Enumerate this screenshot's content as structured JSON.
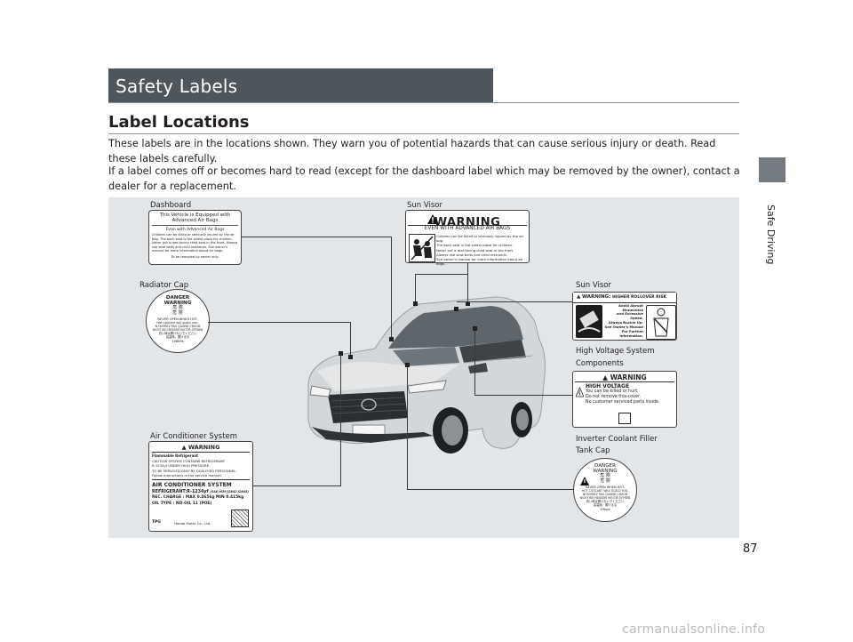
{
  "section_title": "Safety Labels",
  "heading": "Label Locations",
  "paragraphs": [
    "These labels are in the locations shown. They warn you of potential hazards that can cause serious injury or death. Read these labels carefully.",
    "If a label comes off or becomes hard to read (except for the dashboard label which may be removed by the owner), contact a dealer for a replacement."
  ],
  "side_tab": "Safe Driving",
  "page_number": "87",
  "watermark": "carmanualsonline.info",
  "captions": {
    "dashboard": "Dashboard",
    "sun_visor_top": "Sun Visor",
    "radiator_cap": "Radiator Cap",
    "sun_visor_right": "Sun Visor",
    "high_voltage_1": "High Voltage System",
    "high_voltage_2": "Components",
    "air_conditioner": "Air Conditioner System",
    "inverter_1": "Inverter Coolant Filler",
    "inverter_2": "Tank Cap"
  },
  "dashboard_label": {
    "line1": "This Vehicle is Equipped with",
    "line2": "Advanced Air Bags",
    "subhead": "Even with Advanced Air Bags",
    "body": "Children can be killed or seriously injured by the air bag. The back seat is the safest place for children. Never put a rear-facing child seat in the front. Always use seat belts and child restraints. See owner's manual for more information about air bags.",
    "footer": "To be removed by owner only."
  },
  "sun_visor_label": {
    "title": "WARNING",
    "subtitle": "EVEN WITH ADVANCED AIR BAGS",
    "items": [
      "Children can be killed or seriously injured by the air bag.",
      "The back seat is the safest place for children.",
      "Never put a rear-facing child seat in the front.",
      "Always use seat belts and child restraints.",
      "See owner's manual for more information about air bags."
    ]
  },
  "rollover_label": {
    "title": "WARNING:",
    "title2": "HIGHER ROLLOVER RISK",
    "lines": [
      "Avoid Abrupt Maneuvers",
      "and Excessive Speed.",
      "Always Buckle Up.",
      "See Owner's Manual",
      "For Further Information."
    ]
  },
  "radiator_label": {
    "l1": "DANGER",
    "l2": "WARNING",
    "l3": "危  険",
    "l4": "危  険",
    "l5": "NEVER OPEN WHEN HOT.",
    "l6": "Hot coolant will scald you.",
    "l7": "N'OUVREZ PAS QUAND CHAUD",
    "l8": "NICHT BEI HEISSEM MOTOR ÖFFNEN",
    "l9": "熱い時は開けないでください",
    "l10": "高温時、開けるな",
    "l11": "108kPa"
  },
  "high_voltage_label": {
    "title": "WARNING",
    "subtitle": "HIGH VOLTAGE",
    "items": [
      "You can be killed or hurt.",
      "Do not remove this cover.",
      "No customer serviced parts inside."
    ]
  },
  "ac_label": {
    "title": "WARNING",
    "l1": "Flammable Refrigerant",
    "l2": "CAUTION SYSTEM CONTAINS REFRIGERANT",
    "l3": "R-1234yf UNDER HIGH PRESSURE.",
    "l4": "TO BE SERVICED ONLY BY QUALIFIED PERSONNEL.",
    "l5": "Follow instructions in the service manual.",
    "system": "AIR CONDITIONER SYSTEM",
    "refrigerant": "REFRIGERANT:R-1234yf",
    "refrigerant_note": "(SAE J639 J2842 J2845)",
    "charge": "REC. CHARGE : MAX 0.465kg  MIN 0.415kg",
    "oil": "OIL TYPE : ND-OIL 11 (POE)",
    "tpg": "TPG",
    "maker": "Honda Motor Co., Ltd."
  },
  "inverter_label": {
    "l1": "DANGER",
    "l2": "WARNING",
    "l3": "危  険",
    "l4": "危  険",
    "l5": "NEVER OPEN WHEN HOT.",
    "l6": "HOT COOLANT WILL SCALD YOU.",
    "l7": "N'OUVREZ PAS QUAND CHAUD",
    "l8": "NICHT BEI HEISSEM MOTOR ÖFFNEN",
    "l9": "熱い時は開けないでください",
    "l10": "高温時、開けるな",
    "l11": "49kpa"
  },
  "colors": {
    "section_bar": "#4f565b",
    "figure_bg": "#e3e6e8",
    "side_tab": "#737b80",
    "car_body": "#d9dbdc"
  }
}
